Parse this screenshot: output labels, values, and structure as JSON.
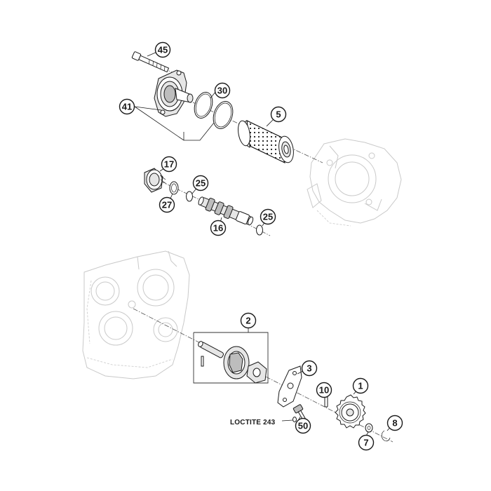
{
  "callouts": {
    "c45": "45",
    "c30": "30",
    "c41": "41",
    "c5": "5",
    "c17": "17",
    "c25a": "25",
    "c27": "27",
    "c16": "16",
    "c25b": "25",
    "c2": "2",
    "c3": "3",
    "c10": "10",
    "c1": "1",
    "c8": "8",
    "c7": "7",
    "c50": "50"
  },
  "notes": {
    "loctite": "LOCTITE 243"
  },
  "colors": {
    "line": "#1a1a1a",
    "ghost": "#c9c9c9",
    "background": "#ffffff"
  }
}
